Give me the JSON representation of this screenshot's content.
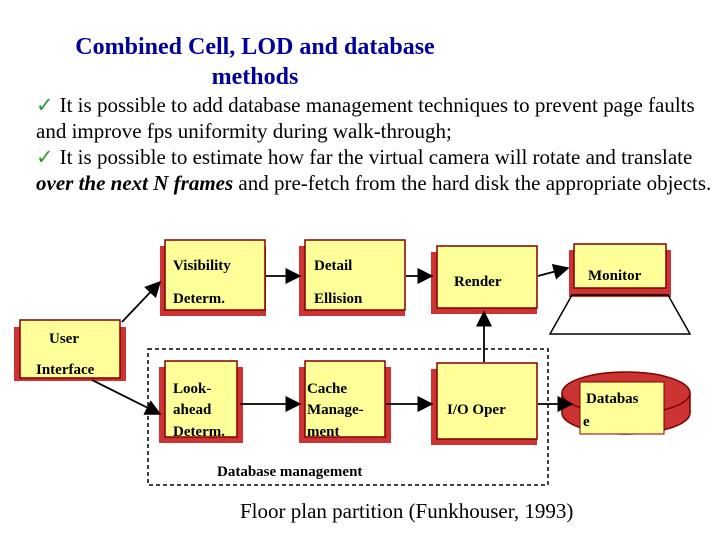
{
  "title": {
    "line1": "Combined Cell, LOD and  database",
    "line2": "methods"
  },
  "bullets": [
    {
      "check": "✓",
      "part1": "It is possible to add database management techniques to prevent page faults and improve fps uniformity during walk-through;"
    },
    {
      "check": "✓",
      "part1": "It is possible to estimate how far the virtual camera will rotate and translate ",
      "emphasis": "over the next N frames",
      "part2": " and pre-fetch from the hard disk the appropriate objects."
    }
  ],
  "diagram": {
    "visibility_determ": [
      "Visibility",
      "Determ."
    ],
    "detail_ellision": [
      "Detail",
      "Ellision"
    ],
    "render": "Render",
    "monitor": "Monitor",
    "user_interface": [
      "User",
      "Interface"
    ],
    "lookahead_determ": [
      "Look-",
      "ahead",
      "Determ."
    ],
    "cache_management": [
      "Cache",
      "Manage-",
      "ment"
    ],
    "io_oper": "I/O Oper",
    "database": [
      "Databas",
      "e"
    ],
    "database_management": "Database management"
  },
  "caption": "Floor plan partition (Funkhouser, 1993)",
  "colors": {
    "title": "#000099",
    "box_fill": "#ffff99",
    "box_border": "#800000",
    "shadow": "#cc3333",
    "check": "#339933"
  }
}
